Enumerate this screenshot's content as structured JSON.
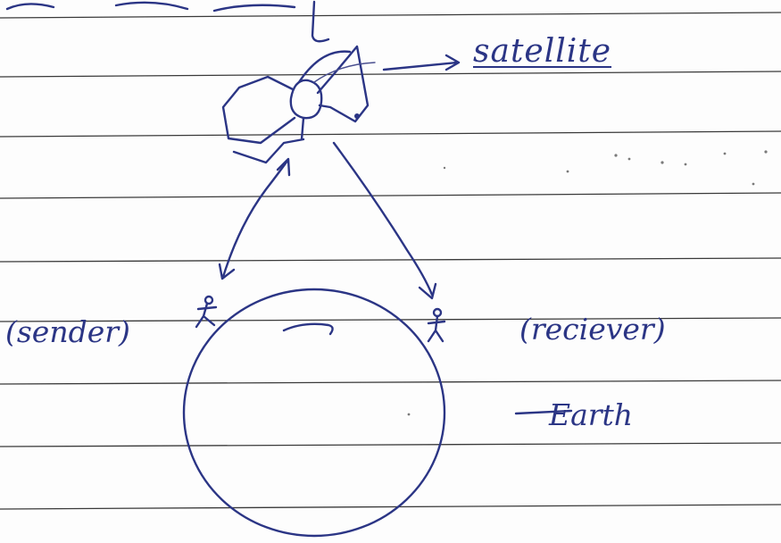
{
  "labels": {
    "satellite": "satellite",
    "sender": "(sender)",
    "receiver": "(reciever)",
    "earth": "Earth"
  },
  "colors": {
    "ink": "#2b3585",
    "paper": "#fdfdfd",
    "ruled_lines": "#3a3a3a"
  }
}
